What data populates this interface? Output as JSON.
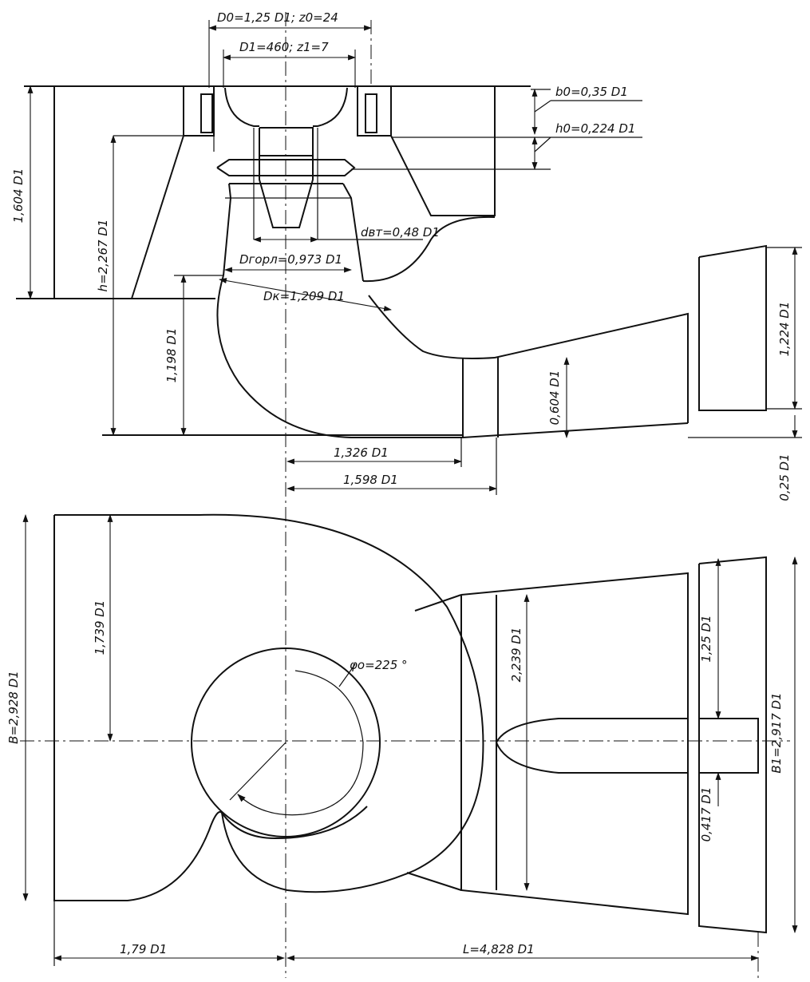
{
  "labels": {
    "d0": "D0=1,25 D1; z0=24",
    "d1": "D1=460; z1=7",
    "b0": "b0=0,35 D1",
    "h0": "h0=0,224 D1",
    "h1604": "1,604 D1",
    "h2267": "h=2,267 D1",
    "dvt": "dвт=0,48 D1",
    "dgorl": "Dгорл=0,973 D1",
    "dk": "Dк=1,209 D1",
    "h1198": "1,198 D1",
    "h0604": "0,604 D1",
    "h1224": "1,224 D1",
    "h025": "0,25 D1",
    "w1326": "1,326 D1",
    "w1598": "1,598 D1",
    "h1739": "1,739 D1",
    "b2928": "B=2,928 D1",
    "phi0": "φo=225 °",
    "h2239": "2,239 D1",
    "h125": "1,25 D1",
    "b12917": "B1=2,917 D1",
    "h0417": "0,417 D1",
    "w179": "1,79 D1",
    "l4828": "L=4,828 D1"
  }
}
